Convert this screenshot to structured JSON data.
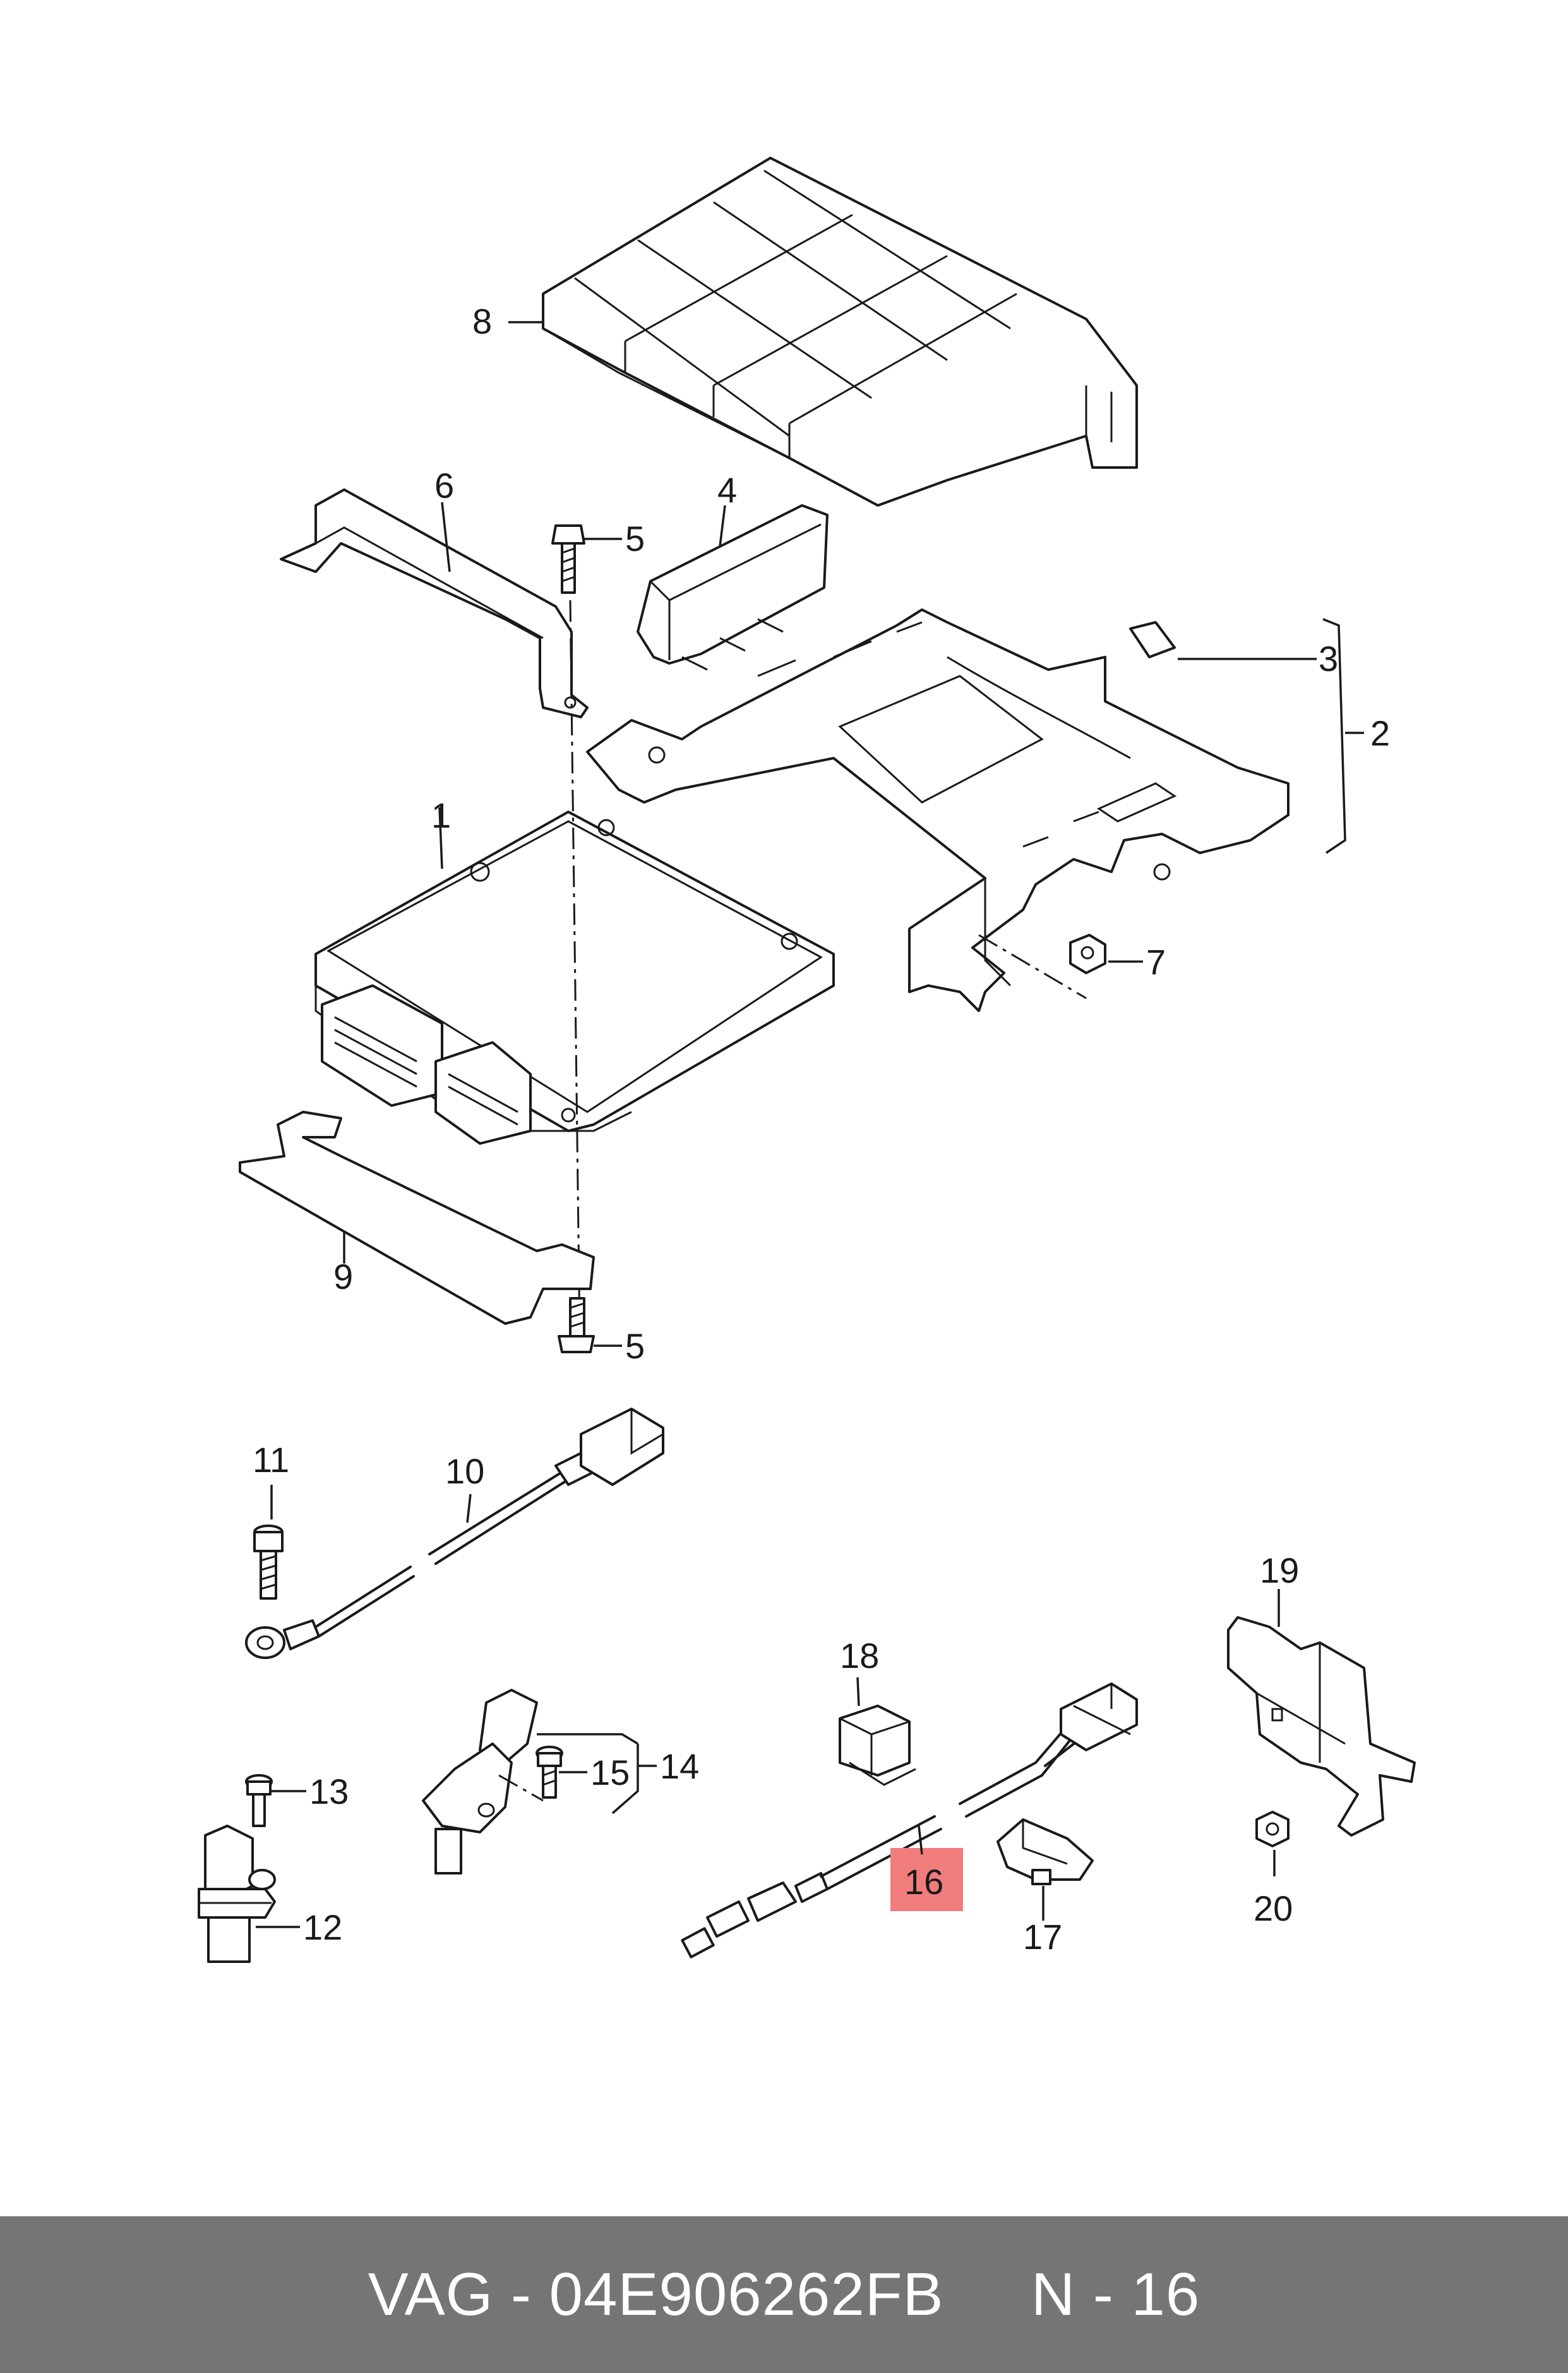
{
  "footer": {
    "brand": "VAG",
    "separator": " - ",
    "part_number": "04E906262FB",
    "gap": "     ",
    "ref_prefix": "N",
    "ref_separator": " - ",
    "ref_number": "16",
    "background": "#757575",
    "text_color": "#ffffff"
  },
  "callouts": {
    "c1": "1",
    "c2": "2",
    "c3": "3",
    "c4": "4",
    "c5a": "5",
    "c5b": "5",
    "c6": "6",
    "c7": "7",
    "c8": "8",
    "c9": "9",
    "c10": "10",
    "c11": "11",
    "c12": "12",
    "c13": "13",
    "c14": "14",
    "c15": "15",
    "c16": "16",
    "c17": "17",
    "c18": "18",
    "c19": "19",
    "c20": "20"
  },
  "highlight": {
    "part": "16",
    "color": "#f07c7c"
  }
}
